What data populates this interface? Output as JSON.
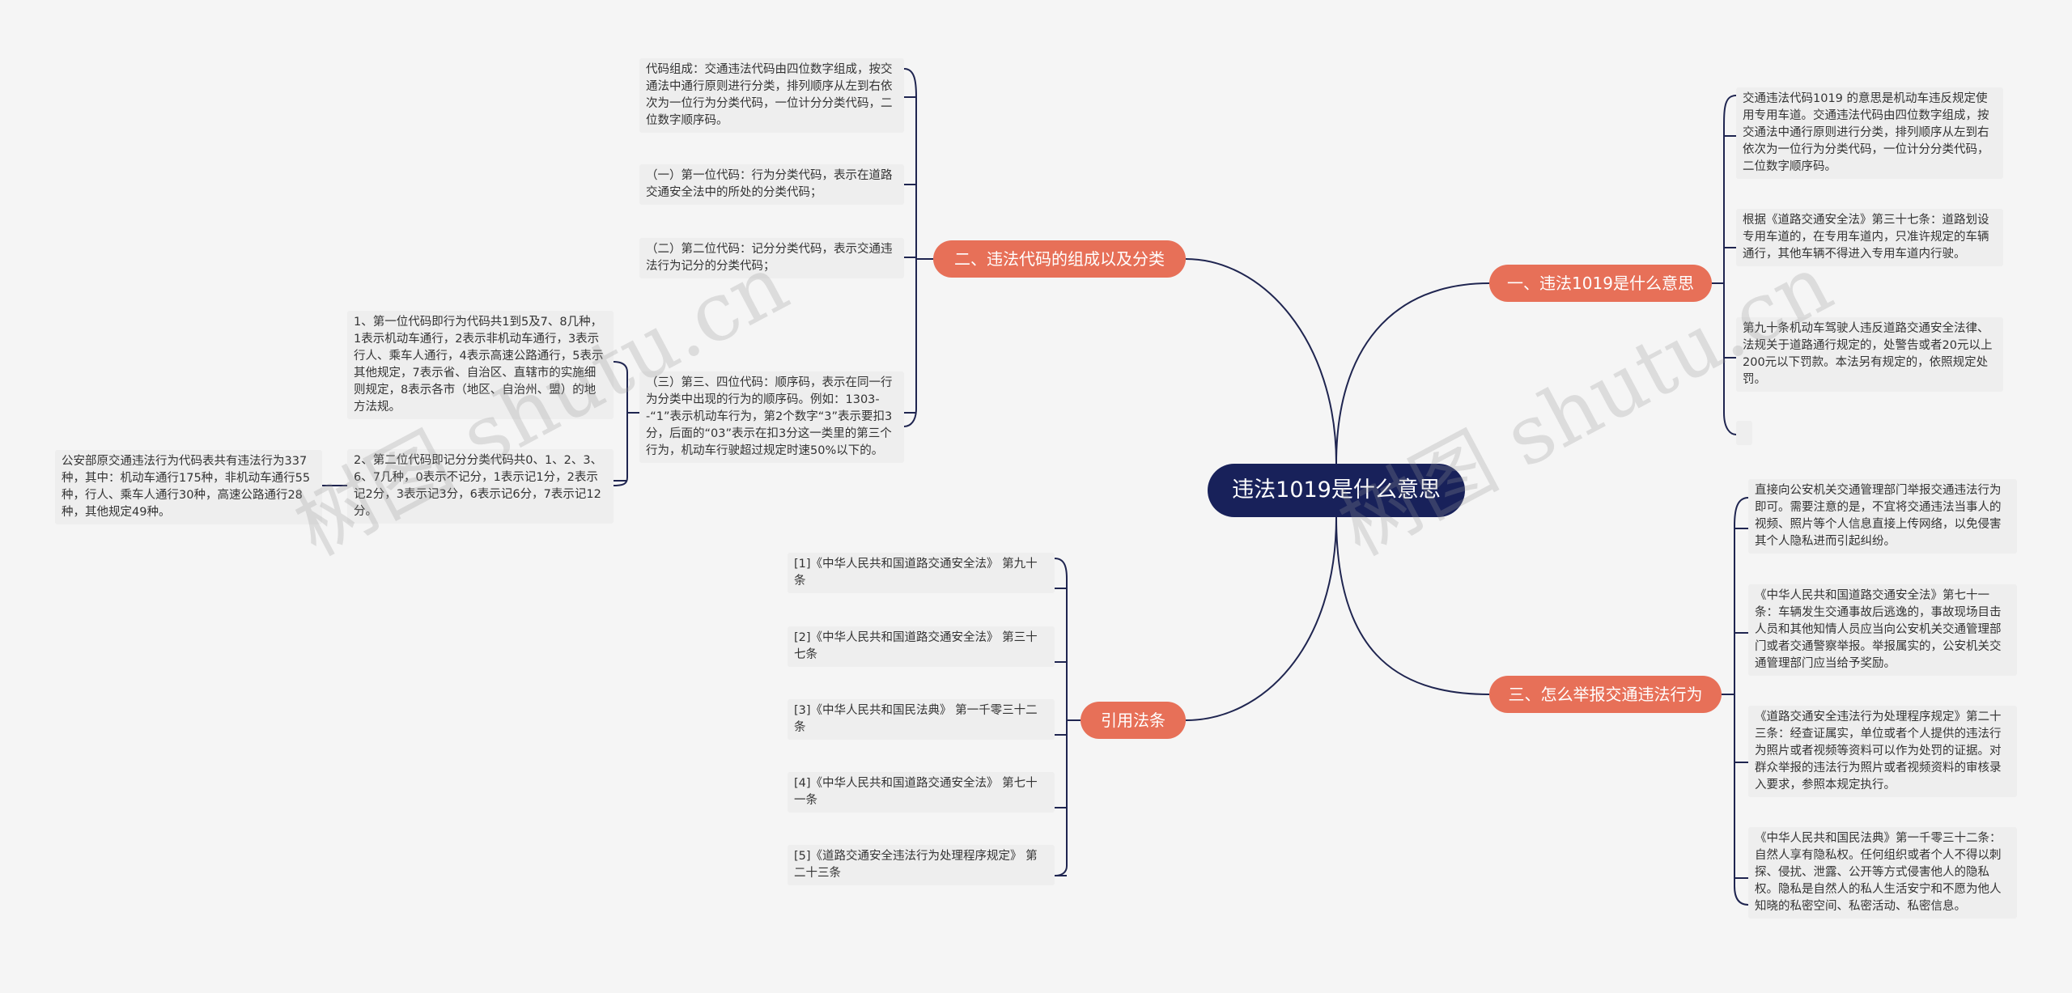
{
  "center": "违法1019是什么意思",
  "branches": {
    "b1": "一、违法1019是什么意思",
    "b2": "二、违法代码的组成以及分类",
    "b3": "三、怎么举报交通违法行为",
    "b4": "引用法条"
  },
  "b1_leaves": [
    "交通违法代码1019 的意思是机动车违反规定使用专用车道。交通违法代码由四位数字组成，按交通法中通行原则进行分类，排列顺序从左到右依次为一位行为分类代码，一位计分分类代码，二位数字顺序码。",
    "根据《道路交通安全法》第三十七条：道路划设专用车道的，在专用车道内，只准许规定的车辆通行，其他车辆不得进入专用车道内行驶。",
    "第九十条机动车驾驶人违反道路交通安全法律、法规关于道路通行规定的，处警告或者20元以上200元以下罚款。本法另有规定的，依照规定处罚。",
    ""
  ],
  "b2_leaves": [
    "代码组成：交通违法代码由四位数字组成，按交通法中通行原则进行分类，排列顺序从左到右依次为一位行为分类代码，一位计分分类代码，二位数字顺序码。",
    "（一）第一位代码：行为分类代码，表示在道路交通安全法中的所处的分类代码；",
    "（二）第二位代码：记分分类代码，表示交通违法行为记分的分类代码；",
    "（三）第三、四位代码：顺序码，表示在同一行为分类中出现的行为的顺序码。例如：1303--“1”表示机动车行为，第2个数字“3”表示要扣3分，后面的“03”表示在扣3分这一类里的第三个行为，机动车行驶超过规定时速50%以下的。"
  ],
  "b2_sub": [
    "1、第一位代码即行为代码共1到5及7、8几种，1表示机动车通行，2表示非机动车通行，3表示行人、乘车人通行，4表示高速公路通行，5表示其他规定，7表示省、自治区、直辖市的实施细则规定，8表示各市（地区、自治州、盟）的地方法规。",
    "2、第二位代码即记分分类代码共0、1、2、3、6、7几种，0表示不记分，1表示记1分，2表示记2分，3表示记3分，6表示记6分，7表示记12分。"
  ],
  "b2_subsub": "公安部原交通违法行为代码表共有违法行为337种，其中：机动车通行175种，非机动车通行55种，行人、乘车人通行30种，高速公路通行28种，其他规定49种。",
  "b3_leaves": [
    "直接向公安机关交通管理部门举报交通违法行为即可。需要注意的是，不宜将交通违法当事人的视频、照片等个人信息直接上传网络，以免侵害其个人隐私进而引起纠纷。",
    "《中华人民共和国道路交通安全法》第七十一条：车辆发生交通事故后逃逸的，事故现场目击人员和其他知情人员应当向公安机关交通管理部门或者交通警察举报。举报属实的，公安机关交通管理部门应当给予奖励。",
    "《道路交通安全违法行为处理程序规定》第二十三条：经查证属实，单位或者个人提供的违法行为照片或者视频等资料可以作为处罚的证据。对群众举报的违法行为照片或者视频资料的审核录入要求，参照本规定执行。",
    "《中华人民共和国民法典》第一千零三十二条：自然人享有隐私权。任何组织或者个人不得以刺探、侵扰、泄露、公开等方式侵害他人的隐私权。隐私是自然人的私人生活安宁和不愿为他人知晓的私密空间、私密活动、私密信息。"
  ],
  "b4_leaves": [
    "[1]《中华人民共和国道路交通安全法》 第九十条",
    "[2]《中华人民共和国道路交通安全法》 第三十七条",
    "[3]《中华人民共和国民法典》 第一千零三十二条",
    "[4]《中华人民共和国道路交通安全法》 第七十一条",
    "[5]《道路交通安全违法行为处理程序规定》 第二十三条"
  ],
  "watermark": "树图 shutu.cn",
  "colors": {
    "root": "#18215a",
    "branch": "#e77058",
    "leaf_bg": "#eeeeee",
    "line": "#1f2550"
  }
}
